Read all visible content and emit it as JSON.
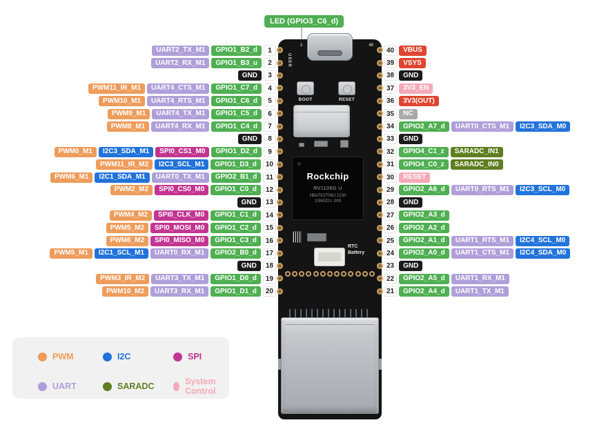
{
  "led_callout": {
    "label": "LED (GPIO3_C6_d)"
  },
  "colors": {
    "pwm": "#EE9C5B",
    "i2c": "#2273DA",
    "spi": "#C23590",
    "uart": "#AF9FD9",
    "saradc": "#5F7E1F",
    "sysctrl": "#F4A9B6",
    "gpio": "#4FAF52",
    "gnd": "#1B1B1B",
    "power": "#E0452F",
    "nc": "#A9A9A9"
  },
  "board": {
    "user_label": "USER",
    "silkscreen_pin1": "1",
    "silkscreen_pin40": "40",
    "boot_label": "BOOT",
    "reset_label": "RESET",
    "chip": {
      "brand": "Rockchip",
      "line1": "RV1106G U",
      "line2": "HBATK2T06U 2230",
      "line3": "13N0Z01 .000"
    },
    "rtc_label_line1": "RTC",
    "rtc_label_line2": "Battery"
  },
  "left_pins": [
    {
      "num": "1",
      "labels": [
        {
          "text": "UART2_TX_M1",
          "type": "uart"
        },
        {
          "text": "GPIO1_B2_d",
          "type": "gpio"
        }
      ]
    },
    {
      "num": "2",
      "labels": [
        {
          "text": "UART2_RX_M1",
          "type": "uart"
        },
        {
          "text": "GPIO1_B3_u",
          "type": "gpio"
        }
      ]
    },
    {
      "num": "3",
      "labels": [
        {
          "text": "GND",
          "type": "gnd"
        }
      ]
    },
    {
      "num": "4",
      "labels": [
        {
          "text": "PWM11_IR_M1",
          "type": "pwm"
        },
        {
          "text": "UART4_CTS_M1",
          "type": "uart"
        },
        {
          "text": "GPIO1_C7_d",
          "type": "gpio"
        }
      ]
    },
    {
      "num": "5",
      "labels": [
        {
          "text": "PWM10_M1",
          "type": "pwm"
        },
        {
          "text": "UART4_RTS_M1",
          "type": "uart"
        },
        {
          "text": "GPIO1_C6_d",
          "type": "gpio"
        }
      ]
    },
    {
      "num": "6",
      "labels": [
        {
          "text": "PWM9_M1",
          "type": "pwm"
        },
        {
          "text": "UART4_TX_M1",
          "type": "uart"
        },
        {
          "text": "GPIO1_C5_d",
          "type": "gpio"
        }
      ]
    },
    {
      "num": "7",
      "labels": [
        {
          "text": "PWM8_M1",
          "type": "pwm"
        },
        {
          "text": "UART4_RX_M1",
          "type": "uart"
        },
        {
          "text": "GPIO1_C4_d",
          "type": "gpio"
        }
      ]
    },
    {
      "num": "8",
      "labels": [
        {
          "text": "GND",
          "type": "gnd"
        }
      ]
    },
    {
      "num": "9",
      "labels": [
        {
          "text": "PWM0_M1",
          "type": "pwm"
        },
        {
          "text": "I2C3_SDA_M1",
          "type": "i2c"
        },
        {
          "text": "SPI0_CS1_M0",
          "type": "spi"
        },
        {
          "text": "GPIO1_D2_d",
          "type": "gpio"
        }
      ]
    },
    {
      "num": "10",
      "labels": [
        {
          "text": "PWM11_IR_M2",
          "type": "pwm"
        },
        {
          "text": "I2C3_SCL_M1",
          "type": "i2c"
        },
        {
          "text": "GPIO1_D3_d",
          "type": "gpio"
        }
      ]
    },
    {
      "num": "11",
      "labels": [
        {
          "text": "PWM6_M1",
          "type": "pwm"
        },
        {
          "text": "I2C1_SDA_M1",
          "type": "i2c"
        },
        {
          "text": "UART0_TX_M1",
          "type": "uart"
        },
        {
          "text": "GPIO2_B1_d",
          "type": "gpio"
        }
      ]
    },
    {
      "num": "12",
      "labels": [
        {
          "text": "PWM2_M2",
          "type": "pwm"
        },
        {
          "text": "SPI0_CS0_M0",
          "type": "spi"
        },
        {
          "text": "GPIO1_C0_d",
          "type": "gpio"
        }
      ]
    },
    {
      "num": "13",
      "labels": [
        {
          "text": "GND",
          "type": "gnd"
        }
      ]
    },
    {
      "num": "14",
      "labels": [
        {
          "text": "PWM4_M2",
          "type": "pwm"
        },
        {
          "text": "SPI0_CLK_M0",
          "type": "spi"
        },
        {
          "text": "GPIO1_C1_d",
          "type": "gpio"
        }
      ]
    },
    {
      "num": "15",
      "labels": [
        {
          "text": "PWM5_M2",
          "type": "pwm"
        },
        {
          "text": "SPI0_MOSI_M0",
          "type": "spi"
        },
        {
          "text": "GPIO1_C2_d",
          "type": "gpio"
        }
      ]
    },
    {
      "num": "16",
      "labels": [
        {
          "text": "PWM6_M2",
          "type": "pwm"
        },
        {
          "text": "SPI0_MISO_M0",
          "type": "spi"
        },
        {
          "text": "GPIO1_C3_d",
          "type": "gpio"
        }
      ]
    },
    {
      "num": "17",
      "labels": [
        {
          "text": "PWM5_M1",
          "type": "pwm"
        },
        {
          "text": "I2C1_SCL_M1",
          "type": "i2c"
        },
        {
          "text": "UART0_RX_M1",
          "type": "uart"
        },
        {
          "text": "GPIO2_B0_d",
          "type": "gpio"
        }
      ]
    },
    {
      "num": "18",
      "labels": [
        {
          "text": "GND",
          "type": "gnd"
        }
      ]
    },
    {
      "num": "19",
      "labels": [
        {
          "text": "PWM3_IR_M2",
          "type": "pwm"
        },
        {
          "text": "UART3_TX_M1",
          "type": "uart"
        },
        {
          "text": "GPIO1_D0_d",
          "type": "gpio"
        }
      ]
    },
    {
      "num": "20",
      "labels": [
        {
          "text": "PWM10_M2",
          "type": "pwm"
        },
        {
          "text": "UART3_RX_M1",
          "type": "uart"
        },
        {
          "text": "GPIO1_D1_d",
          "type": "gpio"
        }
      ]
    }
  ],
  "right_pins": [
    {
      "num": "40",
      "labels": [
        {
          "text": "VBUS",
          "type": "power"
        }
      ]
    },
    {
      "num": "39",
      "labels": [
        {
          "text": "VSYS",
          "type": "power"
        }
      ]
    },
    {
      "num": "38",
      "labels": [
        {
          "text": "GND",
          "type": "gnd"
        }
      ]
    },
    {
      "num": "37",
      "labels": [
        {
          "text": "3V3_EN",
          "type": "sysctrl"
        }
      ]
    },
    {
      "num": "36",
      "labels": [
        {
          "text": "3V3(OUT)",
          "type": "power"
        }
      ]
    },
    {
      "num": "35",
      "labels": [
        {
          "text": "NC",
          "type": "nc"
        }
      ]
    },
    {
      "num": "34",
      "labels": [
        {
          "text": "GPIO2_A7_d",
          "type": "gpio"
        },
        {
          "text": "UART0_CTS_M1",
          "type": "uart"
        },
        {
          "text": "I2C3_SDA_M0",
          "type": "i2c"
        }
      ]
    },
    {
      "num": "33",
      "labels": [
        {
          "text": "GND",
          "type": "gnd"
        }
      ]
    },
    {
      "num": "32",
      "labels": [
        {
          "text": "GPIO4_C1_z",
          "type": "gpio"
        },
        {
          "text": "SARADC_IN1",
          "type": "saradc"
        }
      ]
    },
    {
      "num": "31",
      "labels": [
        {
          "text": "GPIO4_C0_z",
          "type": "gpio"
        },
        {
          "text": "SARADC_IN0",
          "type": "saradc"
        }
      ]
    },
    {
      "num": "30",
      "labels": [
        {
          "text": "RESET",
          "type": "sysctrl"
        }
      ]
    },
    {
      "num": "29",
      "labels": [
        {
          "text": "GPIO2_A6_d",
          "type": "gpio"
        },
        {
          "text": "UART0_RTS_M1",
          "type": "uart"
        },
        {
          "text": "I2C3_SCL_M0",
          "type": "i2c"
        }
      ]
    },
    {
      "num": "28",
      "labels": [
        {
          "text": "GND",
          "type": "gnd"
        }
      ]
    },
    {
      "num": "27",
      "labels": [
        {
          "text": "GPIO2_A3_d",
          "type": "gpio"
        }
      ]
    },
    {
      "num": "26",
      "labels": [
        {
          "text": "GPIO2_A2_d",
          "type": "gpio"
        }
      ]
    },
    {
      "num": "25",
      "labels": [
        {
          "text": "GPIO2_A1_d",
          "type": "gpio"
        },
        {
          "text": "UART1_RTS_M1",
          "type": "uart"
        },
        {
          "text": "I2C4_SCL_M0",
          "type": "i2c"
        }
      ]
    },
    {
      "num": "24",
      "labels": [
        {
          "text": "GPIO2_A0_d",
          "type": "gpio"
        },
        {
          "text": "UART1_CTS_M1",
          "type": "uart"
        },
        {
          "text": "I2C4_SDA_M0",
          "type": "i2c"
        }
      ]
    },
    {
      "num": "23",
      "labels": [
        {
          "text": "GND",
          "type": "gnd"
        }
      ]
    },
    {
      "num": "22",
      "labels": [
        {
          "text": "GPIO2_A5_d",
          "type": "gpio"
        },
        {
          "text": "UART1_RX_M1",
          "type": "uart"
        }
      ]
    },
    {
      "num": "21",
      "labels": [
        {
          "text": "GPIO2_A4_d",
          "type": "gpio"
        },
        {
          "text": "UART1_TX_M1",
          "type": "uart"
        }
      ]
    }
  ],
  "legend": {
    "items": [
      {
        "label": "PWM",
        "type": "pwm"
      },
      {
        "label": "I2C",
        "type": "i2c"
      },
      {
        "label": "SPI",
        "type": "spi"
      },
      {
        "label": "UART",
        "type": "uart"
      },
      {
        "label": "SARADC",
        "type": "saradc"
      },
      {
        "label": "System Control",
        "type": "sysctrl"
      }
    ]
  }
}
